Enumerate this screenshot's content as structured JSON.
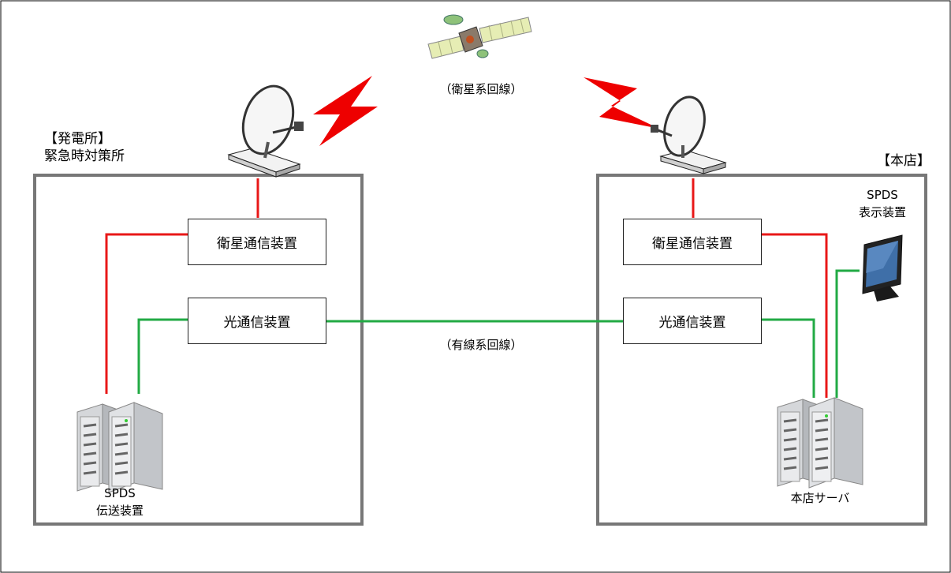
{
  "site": {
    "title": "【発電所】",
    "subtitle": "緊急時対策所",
    "satellite_device": "衛星通信装置",
    "optical_device": "光通信装置",
    "server_line1": "SPDS",
    "server_line2": "伝送装置"
  },
  "hq": {
    "title": "【本店】",
    "satellite_device": "衛星通信装置",
    "optical_device": "光通信装置",
    "display_line1": "SPDS",
    "display_line2": "表示装置",
    "server": "本店サーバ"
  },
  "links": {
    "satellite": "（衛星系回線）",
    "wired": "（有線系回線）"
  },
  "colors": {
    "satellite_line": "#e81818",
    "wired_line": "#22aa44",
    "room_border": "#777777",
    "lightning": "#ee0000"
  },
  "icons": [
    "satellite-icon",
    "dish-antenna-icon",
    "lightning-icon",
    "server-icon",
    "monitor-icon"
  ]
}
